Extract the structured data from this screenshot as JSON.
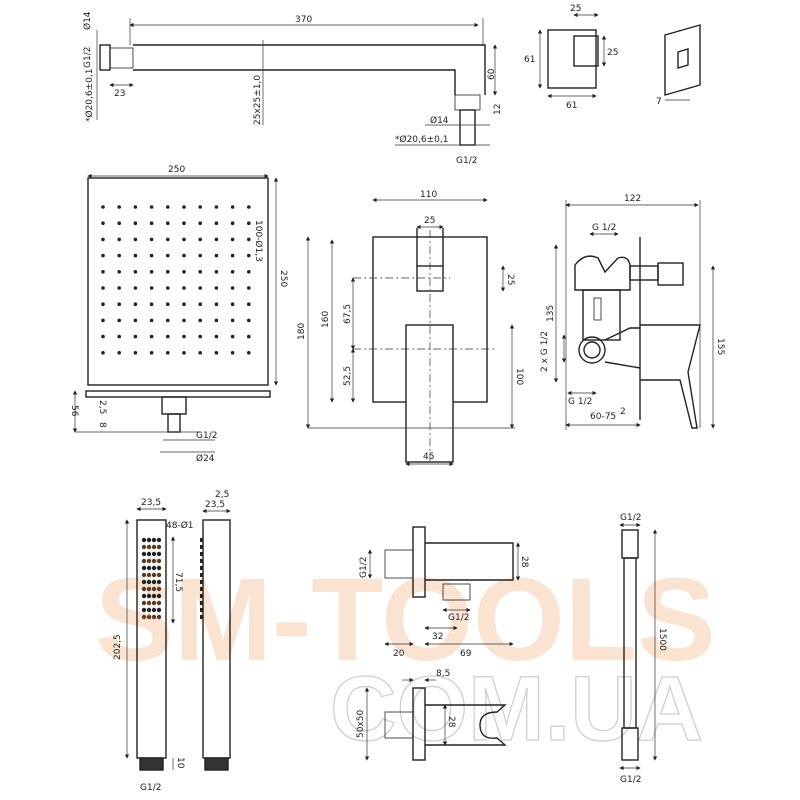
{
  "watermark": {
    "line1": "SM-TOOLS",
    "line2": "COM.UA",
    "color": "#f2b27a"
  },
  "shower_arm": {
    "length": "370",
    "d14_top": "Ø14",
    "g12": "G1/2",
    "d20_left": "*Ø20,6±0,1",
    "thread_len": "23",
    "section": "25x25±1,0",
    "drop": "60",
    "thread_h": "12",
    "d14": "Ø14",
    "d20": "*Ø20,6±0,1",
    "g12_bottom": "G1/2"
  },
  "wall_plate": {
    "inner_w": "25",
    "inner_h": "25",
    "height": "61",
    "width": "61",
    "depth": "7"
  },
  "head": {
    "width": "250",
    "height": "250",
    "nozzles": "100-Ø1,3",
    "nozzle_rows": 10,
    "nozzle_cols": 10,
    "plate_t": "2,5",
    "conn_h": "8",
    "total_h": "56",
    "thread": "G1/2",
    "diameter": "Ø24"
  },
  "mixer_front": {
    "plate_w": "110",
    "spout_w": "25",
    "plate_h": "180",
    "inner_h": "160",
    "upper": "67,5",
    "lower": "52,5",
    "handle_h": "100",
    "sq": "25",
    "handle_w": "45"
  },
  "mixer_side": {
    "depth": "122",
    "top_thread": "G 1/2",
    "body_h": "135",
    "side_threads": "2 x G 1/2",
    "bottom_thread": "G 1/2",
    "install": "60-75",
    "gap": "2",
    "total_h": "155"
  },
  "hand_shower": {
    "width": "23,5",
    "nozzles": "48-Ø1",
    "spray_h": "71,5",
    "length": "202,5",
    "edge": "2,5",
    "side_w": "23,5",
    "thread": "G1/2",
    "thread_h": "10"
  },
  "wall_outlet": {
    "thread_in": "G1/2",
    "body_h": "28",
    "thread_out": "G1/2",
    "offset": "32",
    "flange_d": "20",
    "length": "69"
  },
  "holder": {
    "flange_t": "8,5",
    "plate": "50x50",
    "body_h": "28"
  },
  "hose": {
    "top": "G1/2",
    "length": "1500",
    "bottom": "G1/2"
  }
}
